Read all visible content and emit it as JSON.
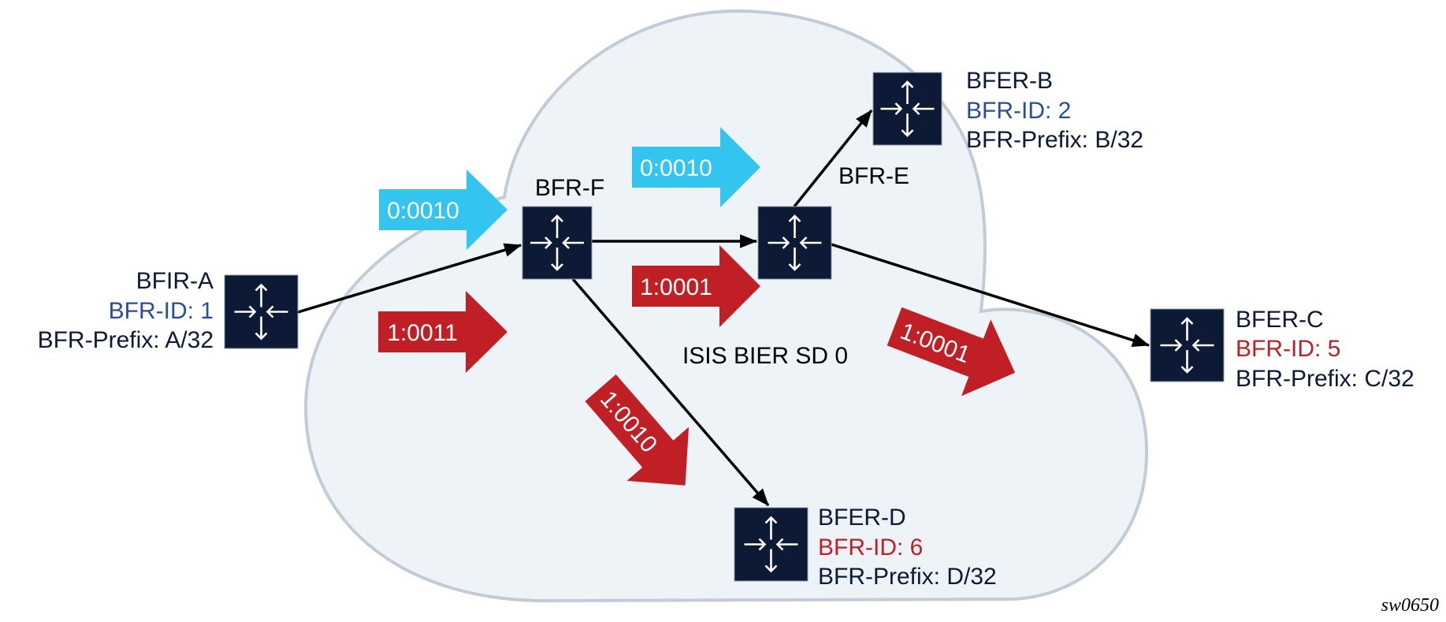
{
  "colors": {
    "router_fill": "#0c1a35",
    "cloud_fill": "#eef3f8",
    "cloud_stroke": "#c3ccd6",
    "label_text": "#0c1a35",
    "id_blue": "#2a4d9a",
    "id_red": "#c01f26",
    "arrow_blue": "#33c4f0",
    "arrow_red": "#c01f26"
  },
  "domain_label": "ISIS BIER SD 0",
  "figure_id": "sw0650",
  "routers": [
    {
      "key": "bfir-a",
      "name": "BFIR-A",
      "bfr_id": "BFR-ID: 1",
      "id_color": "blue",
      "prefix": "BFR-Prefix: A/32",
      "icon": "router-icon"
    },
    {
      "key": "bfr-f",
      "name": "BFR-F",
      "icon": "router-icon"
    },
    {
      "key": "bfr-e",
      "name": "BFR-E",
      "icon": "router-icon"
    },
    {
      "key": "bfer-b",
      "name": "BFER-B",
      "bfr_id": "BFR-ID: 2",
      "id_color": "blue",
      "prefix": "BFR-Prefix: B/32",
      "icon": "router-icon"
    },
    {
      "key": "bfer-c",
      "name": "BFER-C",
      "bfr_id": "BFR-ID: 5",
      "id_color": "red",
      "prefix": "BFR-Prefix: C/32",
      "icon": "router-icon"
    },
    {
      "key": "bfer-d",
      "name": "BFER-D",
      "bfr_id": "BFR-ID: 6",
      "id_color": "red",
      "prefix": "BFR-Prefix: D/32",
      "icon": "router-icon"
    }
  ],
  "links": [
    {
      "from": "BFIR-A",
      "to": "BFR-F"
    },
    {
      "from": "BFR-F",
      "to": "BFR-E"
    },
    {
      "from": "BFR-E",
      "to": "BFER-B"
    },
    {
      "from": "BFR-E",
      "to": "BFER-C"
    },
    {
      "from": "BFR-F",
      "to": "BFER-D"
    }
  ],
  "bitstrings": [
    {
      "label": "0:0010",
      "color": "blue",
      "segment": "BFIR-A to BFR-F"
    },
    {
      "label": "1:0011",
      "color": "red",
      "segment": "BFIR-A to BFR-F"
    },
    {
      "label": "0:0010",
      "color": "blue",
      "segment": "BFR-F to BFR-E"
    },
    {
      "label": "1:0001",
      "color": "red",
      "segment": "BFR-F to BFR-E"
    },
    {
      "label": "1:0010",
      "color": "red",
      "segment": "BFR-F to BFER-D"
    },
    {
      "label": "1:0001",
      "color": "red",
      "segment": "BFR-E to BFER-C"
    }
  ]
}
